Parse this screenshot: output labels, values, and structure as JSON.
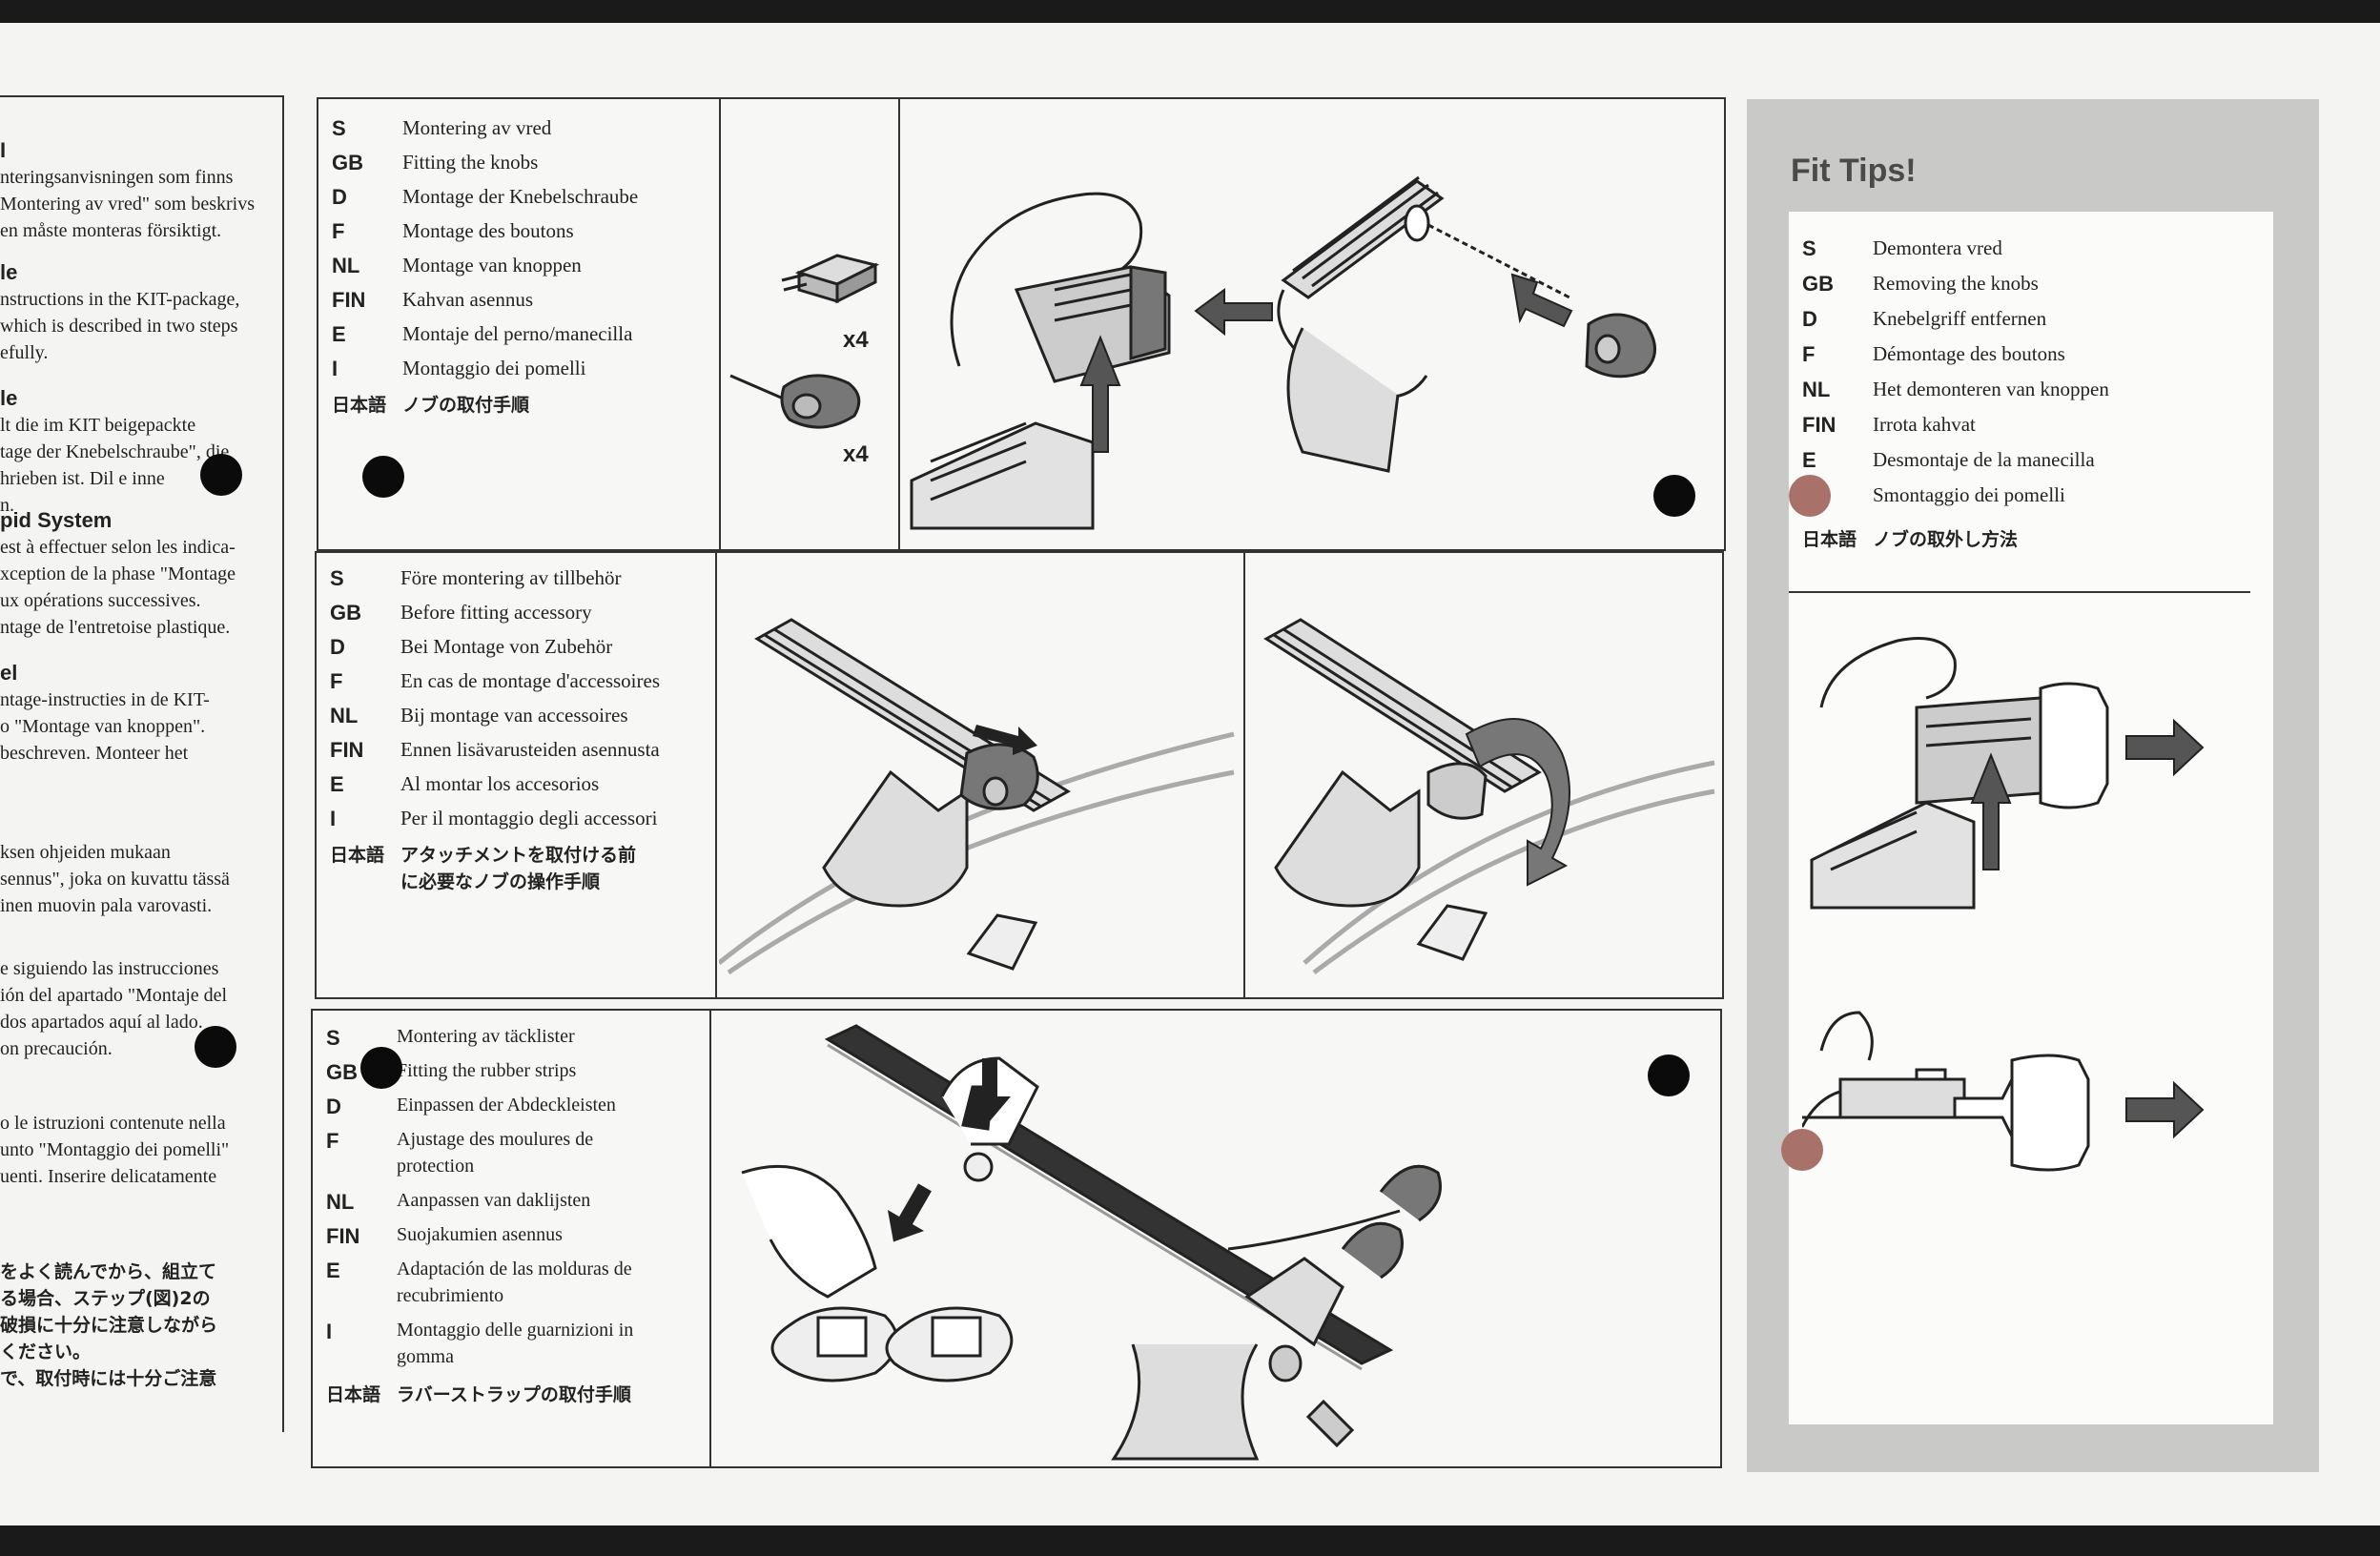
{
  "left_column": [
    {
      "head": "I",
      "lines": [
        "nteringsanvisningen som finns",
        "Montering av vred\" som beskrivs",
        "en måste monteras försiktigt."
      ]
    },
    {
      "head": "le",
      "lines": [
        "nstructions in the KIT-package,",
        "which is described in two steps",
        "efully."
      ]
    },
    {
      "head": "le",
      "lines": [
        "lt die im KIT beigepackte",
        "tage der Knebelschraube\", die",
        "hrieben ist. Dil e inne",
        "n."
      ]
    },
    {
      "head": "pid System",
      "lines": [
        "est à effectuer selon les indica-",
        "xception de la phase \"Montage",
        "ux opérations successives.",
        "ntage de l'entretoise plastique."
      ]
    },
    {
      "head": "el",
      "lines": [
        "ntage-instructies in de KIT-",
        "o \"Montage van knoppen\".",
        "beschreven. Monteer het"
      ]
    },
    {
      "head": "",
      "lines": [
        "ksen ohjeiden mukaan",
        "sennus\", joka on kuvattu tässä",
        "inen muovin pala varovasti."
      ]
    },
    {
      "head": "",
      "lines": [
        "e siguiendo las instrucciones",
        "ión del apartado \"Montaje del",
        "dos apartados aquí al lado.",
        "on precaución."
      ]
    },
    {
      "head": "",
      "lines": [
        "o le istruzioni contenute nella",
        "unto \"Montaggio dei pomelli\"",
        "uenti. Inserire delicatamente"
      ]
    },
    {
      "head": "",
      "lines": [
        "をよく読んでから、組立て",
        "る場合、ステップ(図)2の",
        "破損に十分に注意しながら",
        "ください。",
        "で、取付時には十分ご注意"
      ]
    }
  ],
  "panel1": {
    "rows": [
      {
        "code": "S",
        "text": "Montering av vred"
      },
      {
        "code": "GB",
        "text": "Fitting the knobs"
      },
      {
        "code": "D",
        "text": "Montage der Knebelschraube"
      },
      {
        "code": "F",
        "text": "Montage des boutons"
      },
      {
        "code": "NL",
        "text": "Montage van knoppen"
      },
      {
        "code": "FIN",
        "text": "Kahvan asennus"
      },
      {
        "code": "E",
        "text": "Montaje del perno/manecilla"
      },
      {
        "code": "I",
        "text": "Montaggio dei pomelli"
      },
      {
        "code": "日本語",
        "text": "ノブの取付手順"
      }
    ],
    "qty_label_1": "x4",
    "qty_label_2": "x4"
  },
  "panel2": {
    "rows": [
      {
        "code": "S",
        "text": "Före montering av tillbehör"
      },
      {
        "code": "GB",
        "text": "Before fitting accessory"
      },
      {
        "code": "D",
        "text": "Bei Montage von Zubehör"
      },
      {
        "code": "F",
        "text": "En cas de montage d'accessoires"
      },
      {
        "code": "NL",
        "text": "Bij montage van accessoires"
      },
      {
        "code": "FIN",
        "text": "Ennen lisävarusteiden asennusta"
      },
      {
        "code": "E",
        "text": "Al montar los accesorios"
      },
      {
        "code": "I",
        "text": "Per il montaggio degli accessori"
      },
      {
        "code": "日本語",
        "text": "アタッチメントを取付ける前"
      },
      {
        "code": "",
        "text": "に必要なノブの操作手順"
      }
    ]
  },
  "panel3": {
    "rows": [
      {
        "code": "S",
        "text": "Montering av täcklister"
      },
      {
        "code": "GB",
        "text": "Fitting the rubber strips"
      },
      {
        "code": "D",
        "text": "Einpassen der Abdeckleisten"
      },
      {
        "code": "F",
        "text": "Ajustage des moulures de"
      },
      {
        "code": "",
        "text": "protection"
      },
      {
        "code": "NL",
        "text": "Aanpassen van daklijsten"
      },
      {
        "code": "FIN",
        "text": "Suojakumien asennus"
      },
      {
        "code": "E",
        "text": "Adaptación de las molduras de"
      },
      {
        "code": "",
        "text": "recubrimiento"
      },
      {
        "code": "I",
        "text": "Montaggio delle guarnizioni in"
      },
      {
        "code": "",
        "text": "gomma"
      },
      {
        "code": "日本語",
        "text": "ラバーストラップの取付手順"
      }
    ]
  },
  "fit_tips": {
    "title": "Fit Tips!",
    "rows": [
      {
        "code": "S",
        "text": "Demontera vred"
      },
      {
        "code": "GB",
        "text": "Removing the knobs"
      },
      {
        "code": "D",
        "text": "Knebelgriff entfernen"
      },
      {
        "code": "F",
        "text": "Démontage des boutons"
      },
      {
        "code": "NL",
        "text": "Het demonteren van knoppen"
      },
      {
        "code": "FIN",
        "text": "Irrota kahvat"
      },
      {
        "code": "E",
        "text": "Desmontaje de la manecilla"
      },
      {
        "code": "I",
        "text": "Smontaggio dei pomelli"
      },
      {
        "code": "日本語",
        "text": "ノブの取外し方法"
      }
    ]
  },
  "colors": {
    "background": "#1a1a1a",
    "paper": "#f4f4f2",
    "tips_band": "#c9c9c8",
    "ink": "#222222"
  }
}
